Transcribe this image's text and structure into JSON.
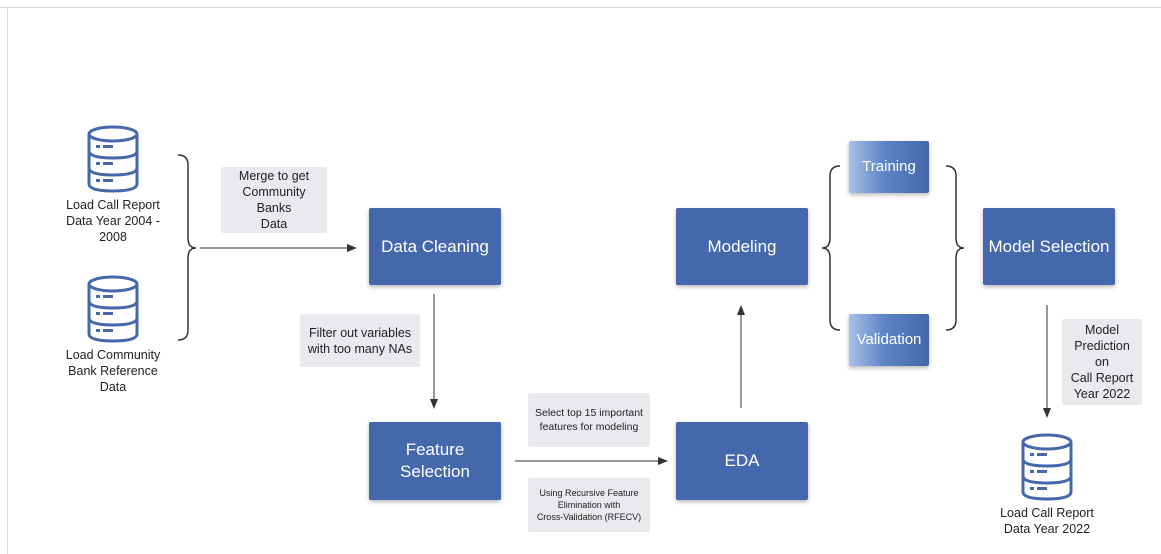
{
  "sources": [
    {
      "icon": "database-icon",
      "label": "Load Call Report\nData Year 2004 -\n2008"
    },
    {
      "icon": "database-icon",
      "label": "Load Community\nBank Reference\nData"
    }
  ],
  "output": {
    "icon": "database-icon",
    "label": "Load Call Report\nData Year 2022"
  },
  "steps": {
    "data_cleaning": "Data Cleaning",
    "feature_selection": "Feature\nSelection",
    "eda": "EDA",
    "modeling": "Modeling",
    "training": "Training",
    "validation": "Validation",
    "model_selection": "Model Selection"
  },
  "notes": {
    "merge": "Merge to get\nCommunity Banks\nData",
    "filter": "Filter out variables\nwith too many NAs",
    "select_top": "Select top 15 important\nfeatures for modeling",
    "rfecv": "Using Recursive Feature\nElimination with\nCross-Validation (RFECV)",
    "prediction": "Model\nPrediction on\nCall Report\nYear 2022"
  },
  "colors": {
    "node": "#4468ab",
    "note": "#e9e9ee",
    "line": "#333333"
  }
}
